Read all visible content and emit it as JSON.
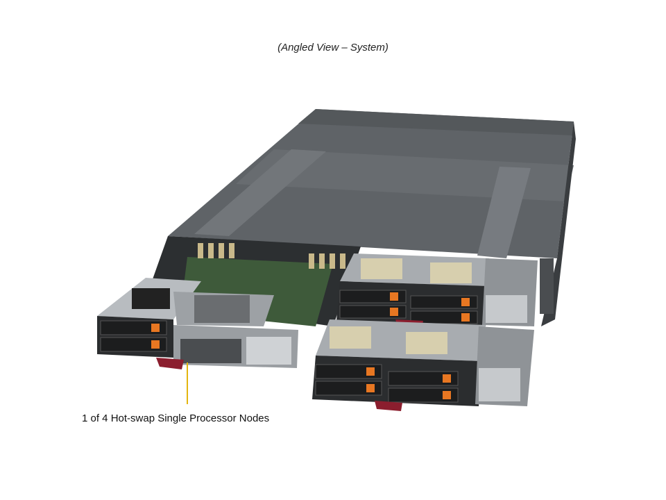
{
  "caption": "(Angled View – System)",
  "callout": {
    "label": "1 of 4 Hot-swap Single Processor Nodes",
    "line_color": "#E3B50F"
  },
  "colors": {
    "chassis_top": "#5f6367",
    "chassis_side": "#3a3d40",
    "drive_tab": "#E87722",
    "release_handle": "#8B1E2E"
  },
  "icons": [
    "server-chassis-image",
    "node-icon",
    "drive-tray-icon"
  ]
}
